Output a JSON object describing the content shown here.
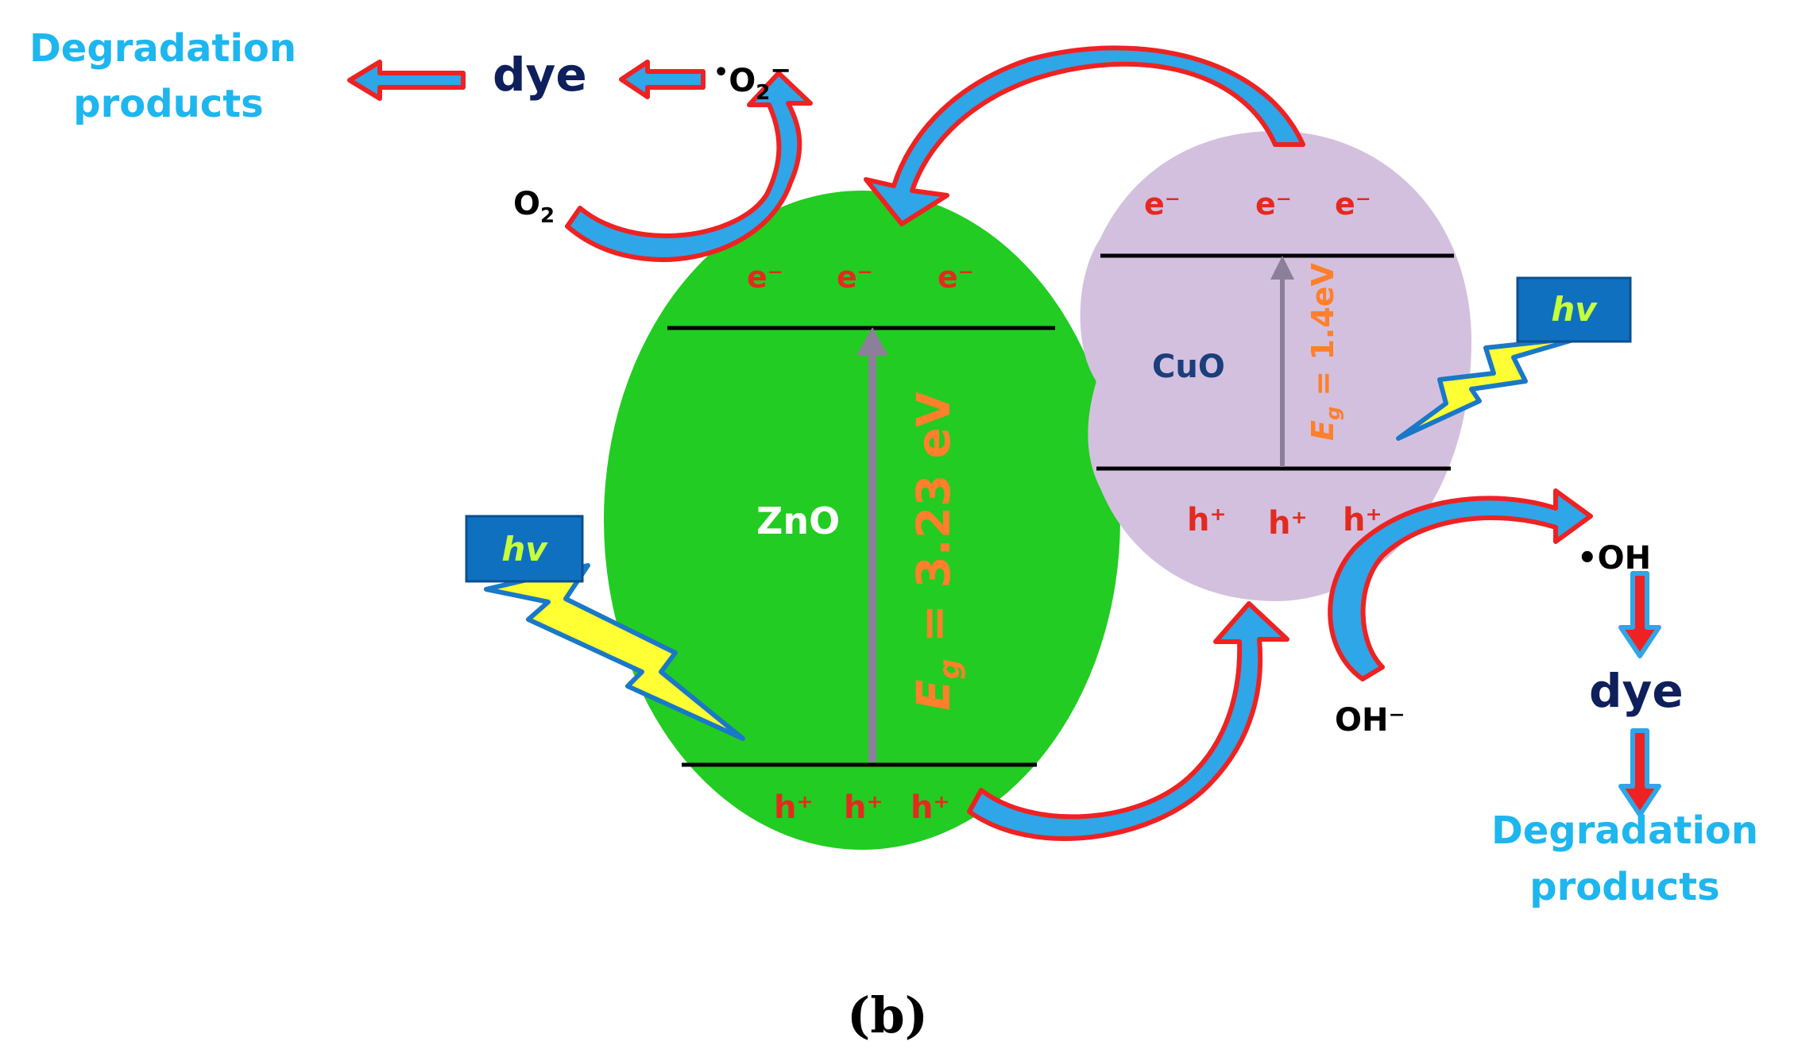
{
  "top_left": {
    "degradation_line1": "Degradation",
    "degradation_line2": "products",
    "dye": "dye",
    "superoxide_dot": "•",
    "superoxide_base": "O",
    "superoxide_sub": "2",
    "superoxide_sup": "−",
    "oxygen_base": "O",
    "oxygen_sub": "2"
  },
  "zno": {
    "label": "ZnO",
    "electron": "e⁻",
    "hole": "h⁺",
    "bandgap_symbol": "E",
    "bandgap_sub": "g",
    "bandgap_value": " = 3.23 eV"
  },
  "cuo": {
    "label": "CuO",
    "electron": "e⁻",
    "hole": "h⁺",
    "bandgap_symbol": "E",
    "bandgap_sub": "g",
    "bandgap_value": " = 1.4eV"
  },
  "light": {
    "label": "hv"
  },
  "bottom_right": {
    "hydroxyl_radical": "•OH",
    "hydroxide": "OH⁻",
    "dye": "dye",
    "degradation_line1": "Degradation",
    "degradation_line2": "products"
  },
  "caption": "(b)",
  "colors": {
    "zno_fill": "#22cc22",
    "cuo_fill": "#d3c0df",
    "arrow_fill": "#2ea6e8",
    "arrow_outline": "#ee2222",
    "degradation_text": "#1eb6ee",
    "dye_text": "#0f1f5c",
    "carrier_text": "#e42a1e",
    "bandgap_text": "#ff7f2a",
    "hv_box": "#1070c0",
    "hv_text": "#c6ff3a",
    "bolt": "#ffff33"
  }
}
